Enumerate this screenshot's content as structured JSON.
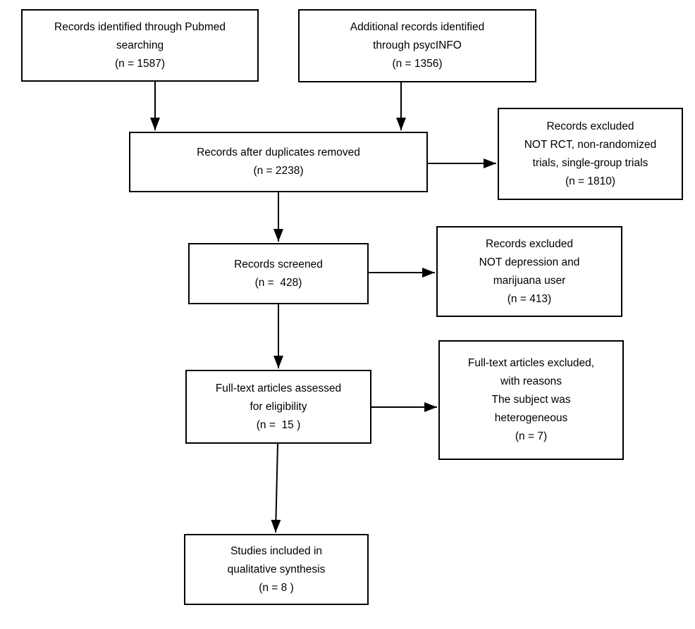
{
  "diagram": {
    "boxes": {
      "pubmed": {
        "text": "Records identified through Pubmed\nsearching\n(n = 1587)"
      },
      "psycinfo": {
        "text": "Additional records identified\nthrough psycINFO\n(n = 1356)"
      },
      "duplicates_removed": {
        "text": "Records after duplicates removed\n(n = 2238)"
      },
      "excluded_not_rct": {
        "text": "Records excluded\nNOT RCT, non-randomized\ntrials, single-group trials\n(n = 1810)"
      },
      "screened": {
        "text": "Records screened\n(n =  428)"
      },
      "excluded_not_topic": {
        "text": "Records excluded\nNOT depression and\nmarijuana user\n(n = 413)"
      },
      "fulltext_assessed": {
        "text": "Full-text articles assessed\nfor eligibility\n(n =  15 )"
      },
      "fulltext_excluded": {
        "text": "Full-text articles excluded,\nwith reasons\nThe subject was\nheterogeneous\n(n = 7)"
      },
      "included_qualitative": {
        "text": "Studies included in\nqualitative synthesis\n(n = 8 )"
      }
    },
    "colors": {
      "line": "#000000",
      "background": "#ffffff"
    }
  }
}
